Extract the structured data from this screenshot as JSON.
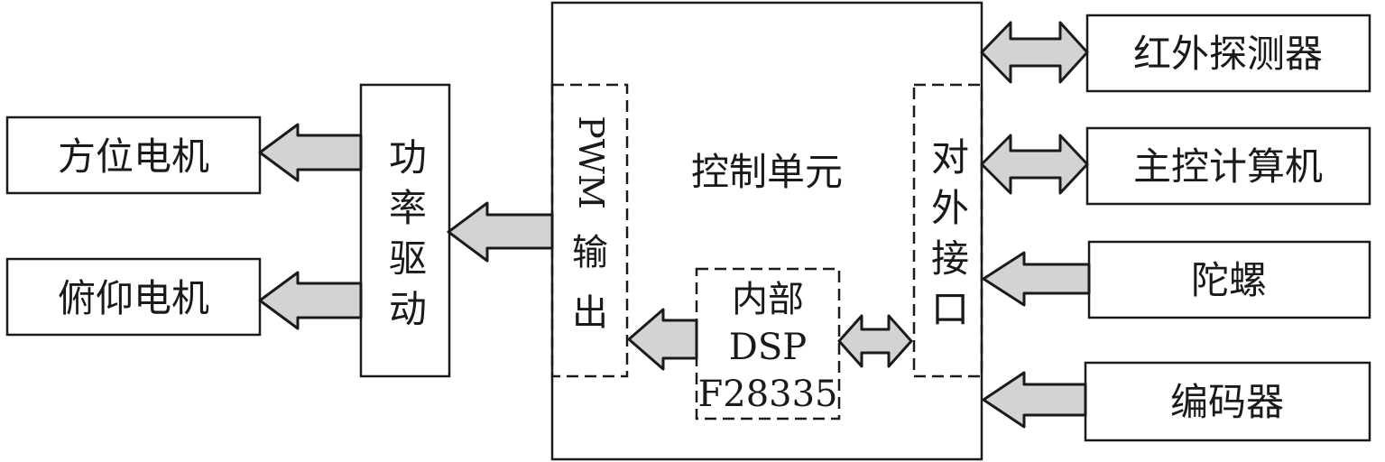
{
  "blocks": {
    "azimuth_motor": "方位电机",
    "pitch_motor": "俯仰电机",
    "power_drive": "功率驱动",
    "control_unit": "控制单元",
    "pwm_output": [
      "PWM",
      "输",
      "出"
    ],
    "internal_dsp": [
      "内部",
      "DSP",
      "F28335"
    ],
    "external_interface": "对外接口",
    "infrared_detector": "红外探测器",
    "main_computer": "主控计算机",
    "gyroscope": "陀螺",
    "encoder": "编码器"
  },
  "colors": {
    "arrow_fill": "#d3d3d3",
    "stroke": "#1a1a1a",
    "background": "#ffffff"
  }
}
